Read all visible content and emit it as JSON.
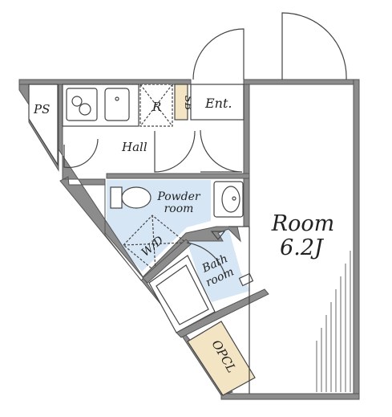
{
  "floorplan": {
    "rooms": {
      "ps": "PS",
      "refrigerator": "R",
      "shoe_box": "SB",
      "entrance": "Ent.",
      "hall": "Hall",
      "powder_line1": "Powder",
      "powder_line2": "room",
      "washer": "W/D",
      "bath_line1": "Bath",
      "bath_line2": "room",
      "room_line1": "Room",
      "room_line2": "6.2J",
      "closet": "OPCL"
    },
    "colors": {
      "wall": "#8c8c8c",
      "wet_area": "#d6e6f5",
      "closet": "#f3e4c4",
      "line": "#444444"
    }
  }
}
